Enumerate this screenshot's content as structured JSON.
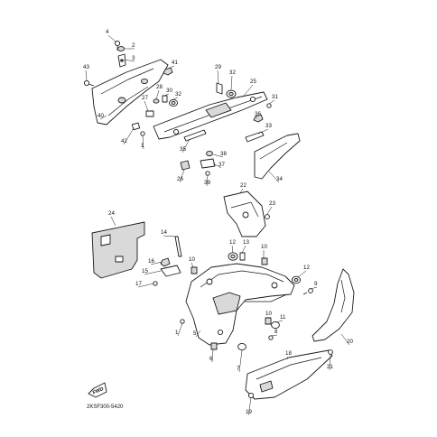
{
  "diagram": {
    "code": "2KSF300-5420",
    "fwd_label": "FWD",
    "callouts": [
      {
        "id": "c4-top",
        "label": "4"
      },
      {
        "id": "c2-top",
        "label": "2"
      },
      {
        "id": "c3-top",
        "label": "3"
      },
      {
        "id": "c43",
        "label": "43"
      },
      {
        "id": "c41",
        "label": "41"
      },
      {
        "id": "c29",
        "label": "29"
      },
      {
        "id": "c32-top",
        "label": "32"
      },
      {
        "id": "c25",
        "label": "25"
      },
      {
        "id": "c28",
        "label": "28"
      },
      {
        "id": "c30",
        "label": "30"
      },
      {
        "id": "c32-mid",
        "label": "32"
      },
      {
        "id": "c27",
        "label": "27"
      },
      {
        "id": "c31",
        "label": "31"
      },
      {
        "id": "c36",
        "label": "36"
      },
      {
        "id": "c40",
        "label": "40"
      },
      {
        "id": "c33",
        "label": "33"
      },
      {
        "id": "c42",
        "label": "42"
      },
      {
        "id": "c1-top",
        "label": "1"
      },
      {
        "id": "c35",
        "label": "35"
      },
      {
        "id": "c38",
        "label": "38"
      },
      {
        "id": "c37",
        "label": "37"
      },
      {
        "id": "c26",
        "label": "26"
      },
      {
        "id": "c39",
        "label": "39"
      },
      {
        "id": "c34",
        "label": "34"
      },
      {
        "id": "c22",
        "label": "22"
      },
      {
        "id": "c23",
        "label": "23"
      },
      {
        "id": "c24",
        "label": "24"
      },
      {
        "id": "c14",
        "label": "14"
      },
      {
        "id": "c12-mid",
        "label": "12"
      },
      {
        "id": "c13",
        "label": "13"
      },
      {
        "id": "c10-mid",
        "label": "10"
      },
      {
        "id": "c16",
        "label": "16"
      },
      {
        "id": "c10-left",
        "label": "10"
      },
      {
        "id": "c15",
        "label": "15"
      },
      {
        "id": "c17",
        "label": "17"
      },
      {
        "id": "c12-right",
        "label": "12"
      },
      {
        "id": "c9",
        "label": "9"
      },
      {
        "id": "c10-low",
        "label": "10"
      },
      {
        "id": "c11",
        "label": "11"
      },
      {
        "id": "c8",
        "label": "8"
      },
      {
        "id": "c1-low",
        "label": "1"
      },
      {
        "id": "c5",
        "label": "5"
      },
      {
        "id": "c6",
        "label": "6"
      },
      {
        "id": "c7",
        "label": "7"
      },
      {
        "id": "c18",
        "label": "18"
      },
      {
        "id": "c20",
        "label": "20"
      },
      {
        "id": "c21",
        "label": "21"
      },
      {
        "id": "c19",
        "label": "19"
      }
    ]
  }
}
